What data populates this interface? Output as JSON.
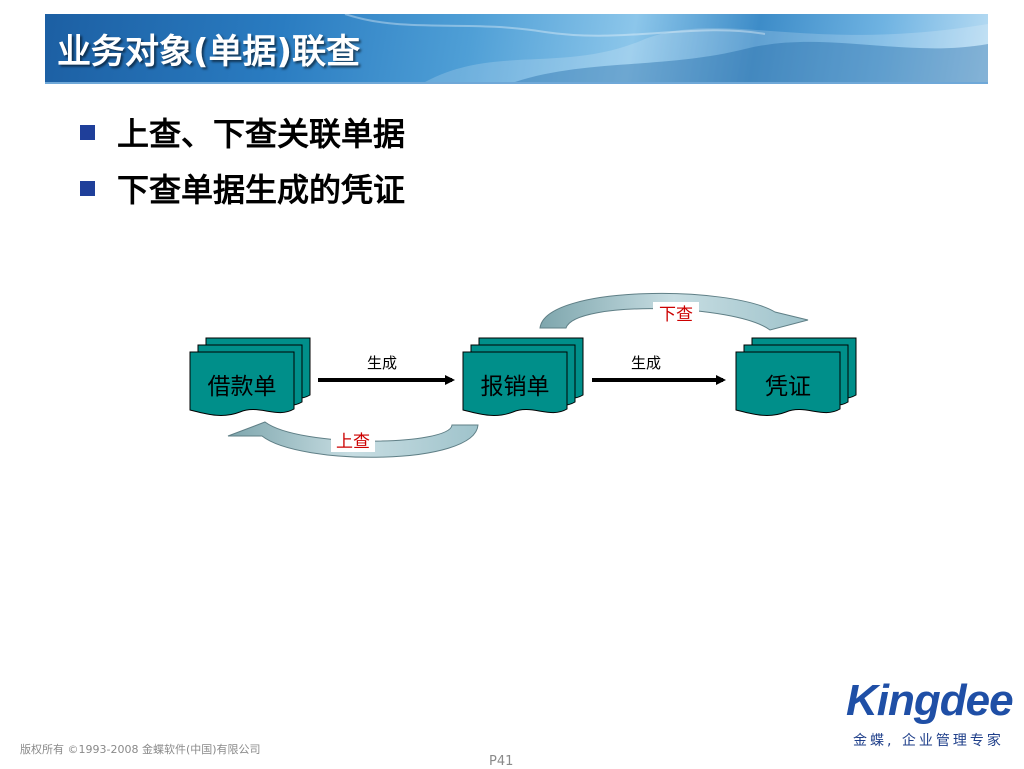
{
  "header": {
    "title": "业务对象(单据)联查"
  },
  "bullets": [
    {
      "text": "上查、下查关联单据"
    },
    {
      "text": "下查单据生成的凭证"
    }
  ],
  "diagram": {
    "nodes": [
      {
        "id": "loan",
        "label": "借款单"
      },
      {
        "id": "expense",
        "label": "报销单"
      },
      {
        "id": "voucher",
        "label": "凭证"
      }
    ],
    "edges": [
      {
        "from": "loan",
        "to": "expense",
        "label": "生成"
      },
      {
        "from": "expense",
        "to": "voucher",
        "label": "生成"
      }
    ],
    "links": [
      {
        "label": "下查",
        "direction": "down"
      },
      {
        "label": "上查",
        "direction": "up"
      }
    ],
    "colors": {
      "node_fill": "#008f8a",
      "link_label": "#cc0000",
      "curve_fill": "#8fb8c0"
    }
  },
  "footer": {
    "logo": "Kingdee",
    "slogan": "金蝶, 企业管理专家",
    "copyright": "版权所有 ©1993-2008 金蝶软件(中国)有限公司",
    "page": "P41"
  }
}
